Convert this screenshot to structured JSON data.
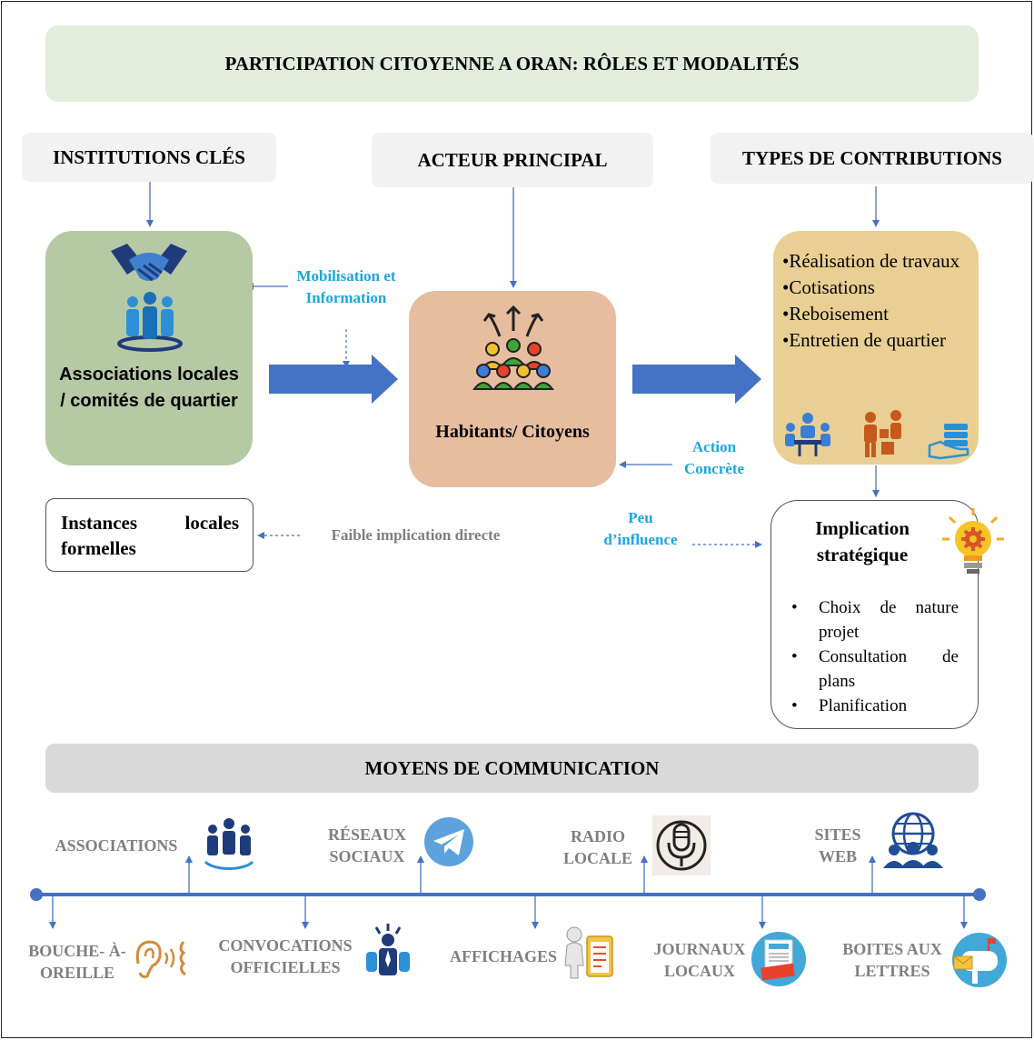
{
  "title": "PARTICIPATION CITOYENNE A ORAN: RÔLES ET MODALITÉS",
  "columns": {
    "left_header": "INSTITUTIONS CLÉS",
    "center_header": "ACTEUR PRINCIPAL",
    "right_header": "TYPES DE CONTRIBUTIONS"
  },
  "associations_box": {
    "label": "Associations locales / comités de quartier"
  },
  "citizens_box": {
    "label": "Habitants/ Citoyens"
  },
  "contributions": [
    "•Réalisation de travaux",
    "•Cotisations",
    "•Reboisement",
    "•Entretien de quartier"
  ],
  "instances_box": {
    "label": "Instances locales formelles"
  },
  "strategic_box": {
    "title": "Implication stratégique",
    "items": [
      "Choix de nature projet",
      "Consultation de plans",
      "Planification"
    ]
  },
  "flow_labels": {
    "mobilisation": "Mobilisation et Information",
    "action": "Action Concrète",
    "faible": "Faible implication directe",
    "peu": "Peu d’influence"
  },
  "communication": {
    "title": "MOYENS DE COMMUNICATION",
    "above": [
      {
        "label": "ASSOCIATIONS",
        "icon": "group-circle-icon"
      },
      {
        "label": "RÉSEAUX SOCIAUX",
        "icon": "telegram-icon"
      },
      {
        "label": "RADIO LOCALE",
        "icon": "microphone-icon"
      },
      {
        "label": "SITES WEB",
        "icon": "globe-users-icon"
      }
    ],
    "below": [
      {
        "label": "BOUCHE- À-OREILLE",
        "icon": "ear-mouth-icon"
      },
      {
        "label": "CONVOCATIONS OFFICIELLES",
        "icon": "speaker-person-icon"
      },
      {
        "label": "AFFICHAGES",
        "icon": "clipboard-person-icon"
      },
      {
        "label": "JOURNAUX LOCAUX",
        "icon": "newspaper-icon"
      },
      {
        "label": "BOITES AUX LETTRES",
        "icon": "mailbox-icon"
      }
    ]
  },
  "colors": {
    "arrow_blue": "#4472c4",
    "label_blue": "#1ba6e0",
    "label_grey": "#7f7f7f",
    "green": "#b5c9a5",
    "peach": "#e7bd9f",
    "gold": "#e9cf93"
  }
}
